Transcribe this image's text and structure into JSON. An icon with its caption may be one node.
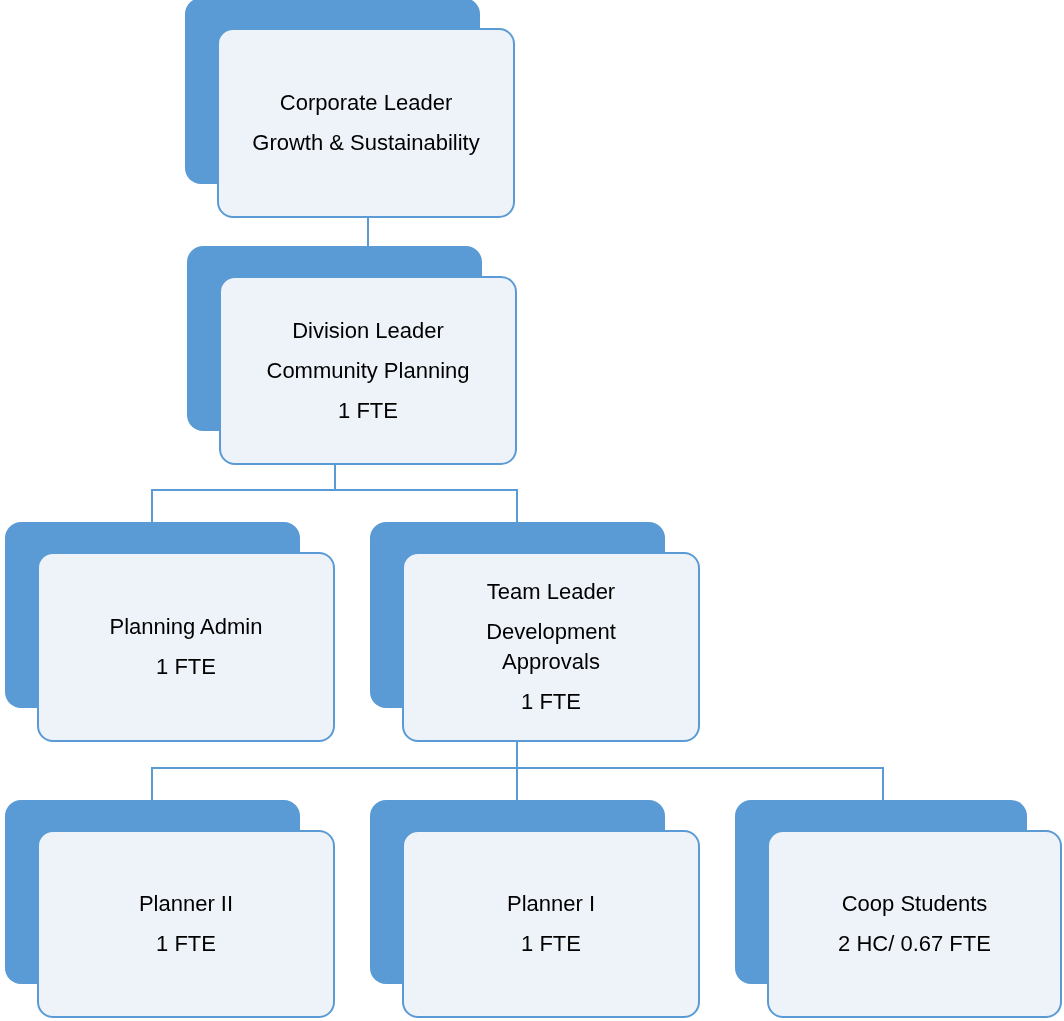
{
  "diagram": {
    "nodes": [
      {
        "text": [
          "Corporate Leader",
          "Growth & Sustainability"
        ]
      },
      {
        "text": [
          "Division Leader",
          "Community Planning",
          "1 FTE"
        ]
      },
      {
        "text": [
          "Planning Admin",
          "1 FTE"
        ]
      },
      {
        "text": [
          "Team Leader",
          "Development Approvals",
          "1 FTE"
        ]
      },
      {
        "text": [
          "Planner II",
          "1 FTE"
        ]
      },
      {
        "text": [
          "Planner I",
          "1 FTE"
        ]
      },
      {
        "text": [
          "Coop Students",
          "2 HC/ 0.67 FTE"
        ]
      }
    ],
    "edges": [
      {
        "from": 0,
        "to": 1,
        "arrow": "none"
      },
      {
        "from": 1,
        "to": 2,
        "arrow": "none"
      },
      {
        "from": 1,
        "to": 3,
        "arrow": "none"
      },
      {
        "from": 3,
        "to": 4,
        "arrow": "none"
      },
      {
        "from": 3,
        "to": 5,
        "arrow": "none"
      },
      {
        "from": 3,
        "to": 6,
        "arrow": "none"
      }
    ]
  }
}
